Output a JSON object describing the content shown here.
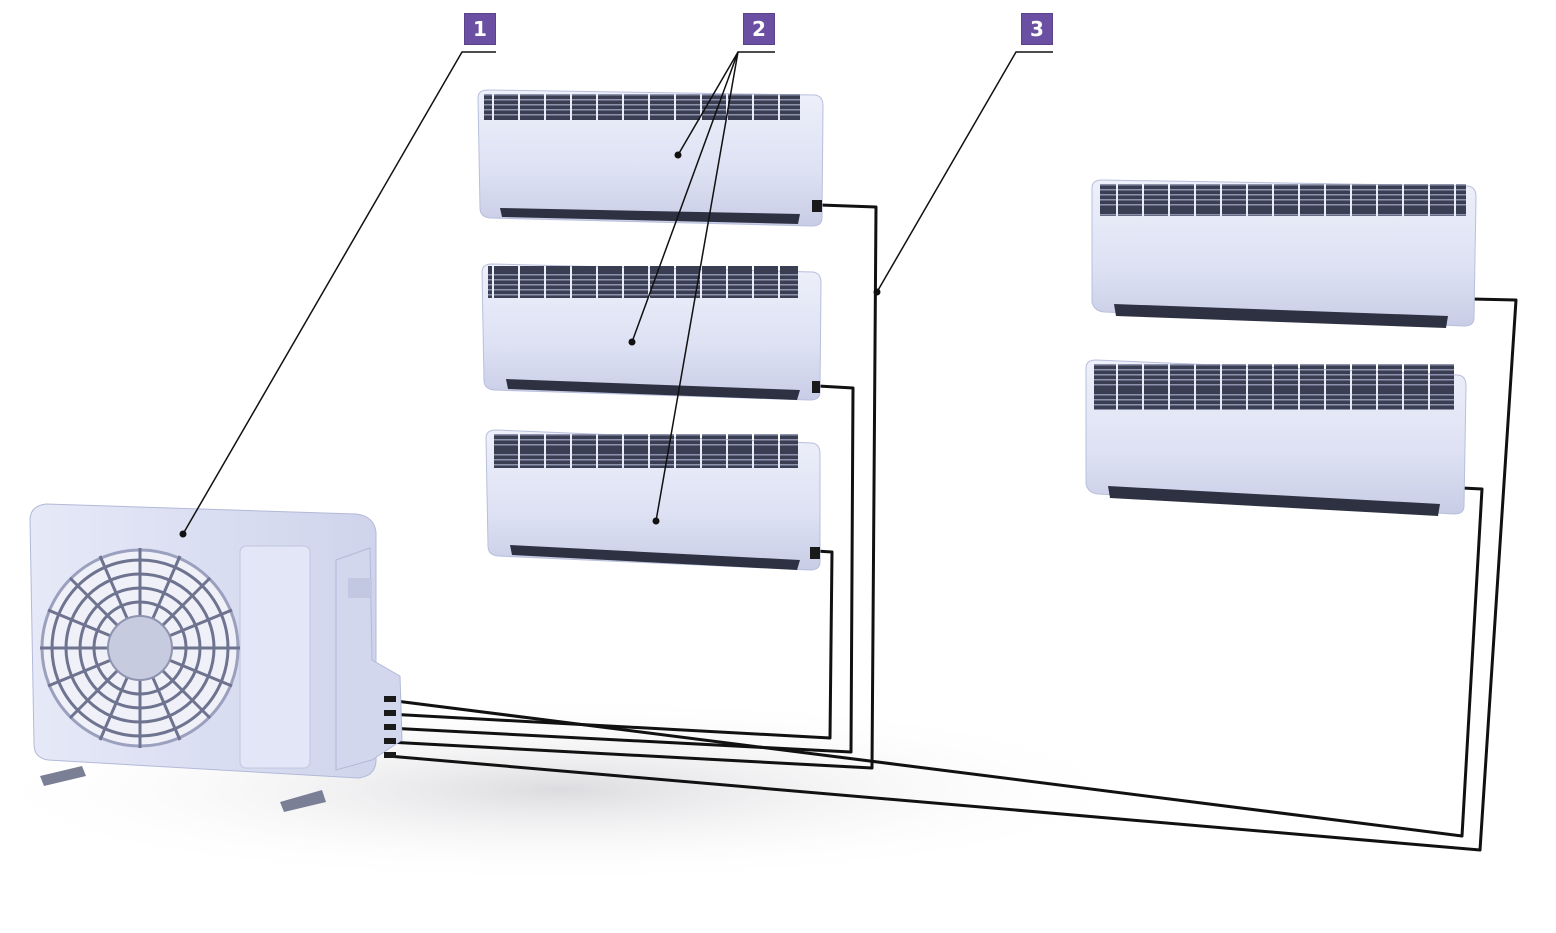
{
  "callouts": [
    {
      "id": "1",
      "label": "1",
      "targets": [
        "outdoor-unit"
      ]
    },
    {
      "id": "2",
      "label": "2",
      "targets": [
        "indoor-unit-1",
        "indoor-unit-2",
        "indoor-unit-3"
      ]
    },
    {
      "id": "3",
      "label": "3",
      "targets": [
        "refrigerant-lines"
      ]
    }
  ],
  "colors": {
    "badge": "#6a4fa3",
    "badge_text": "#ffffff",
    "unit_body": "#dde1f3",
    "unit_shadow": "#c5cae4",
    "grille": "#3a3e52",
    "pipe": "#111111"
  },
  "icons": {
    "outdoor_unit": "condenser-fan-unit",
    "indoor_unit": "split-wall-unit"
  }
}
